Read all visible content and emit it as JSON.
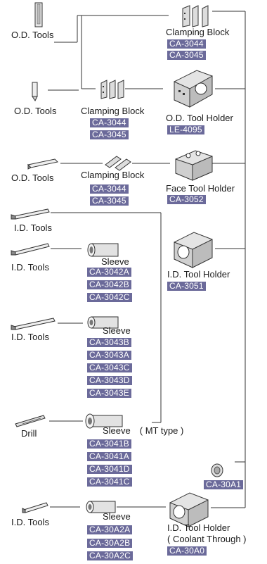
{
  "labels": {
    "od_tools_1": "O.D. Tools",
    "od_tools_2": "O.D. Tools",
    "od_tools_3": "O.D. Tools",
    "id_tools_1": "I.D. Tools",
    "id_tools_2": "I.D. Tools",
    "id_tools_3": "I.D. Tools",
    "id_tools_4": "I.D. Tools",
    "drill": "Drill",
    "clamping_block_1": "Clamping Block",
    "clamping_block_2": "Clamping Block",
    "clamping_block_3": "Clamping Block",
    "od_tool_holder": "O.D. Tool Holder",
    "face_tool_holder": "Face Tool Holder",
    "id_tool_holder": "I.D. Tool Holder",
    "id_tool_holder_ct": "I.D. Tool Holder",
    "coolant_through": "( Coolant Through )",
    "sleeve_1": "Sleeve",
    "sleeve_2": "Sleeve",
    "sleeve_3": "Sleeve　( MT type )",
    "sleeve_4": "Sleeve"
  },
  "codes": {
    "clamp_top": [
      "CA-3044",
      "CA-3045"
    ],
    "clamp_mid": [
      "CA-3044",
      "CA-3045"
    ],
    "clamp_face": [
      "CA-3044",
      "CA-3045"
    ],
    "od_holder": [
      "LE-4095"
    ],
    "face_holder": [
      "CA-3052"
    ],
    "id_holder": [
      "CA-3051"
    ],
    "sleeve_a": [
      "CA-3042A",
      "CA-3042B",
      "CA-3042C"
    ],
    "sleeve_b": [
      "CA-3043B",
      "CA-3043A",
      "CA-3043C",
      "CA-3043D",
      "CA-3043E"
    ],
    "sleeve_mt": [
      "CA-3041B",
      "CA-3041A",
      "CA-3041D",
      "CA-3041C"
    ],
    "plug": [
      "CA-30A1"
    ],
    "sleeve_c": [
      "CA-30A2A",
      "CA-30A2B",
      "CA-30A2C"
    ],
    "id_holder_ct": [
      "CA-30A0"
    ]
  },
  "colors": {
    "code_bg": "#6b6a9a",
    "line": "#333333"
  }
}
